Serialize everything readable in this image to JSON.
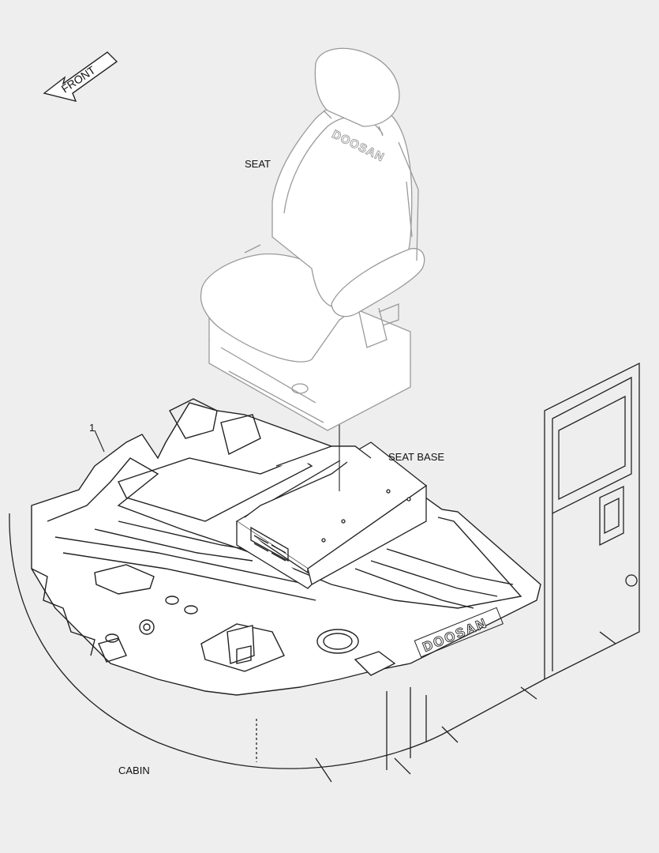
{
  "labels": {
    "front": "FRONT",
    "seat": "SEAT",
    "seat_base": "SEAT BASE",
    "cabin": "CABIN",
    "callout_1": "1"
  },
  "branding": {
    "seat_logo": "DOOSAN",
    "mat_logo": "DOOSAN"
  },
  "colors": {
    "background": "#eeeeee",
    "line": "#222222",
    "light_line": "#9a9a9a",
    "fill": "#ffffff"
  }
}
